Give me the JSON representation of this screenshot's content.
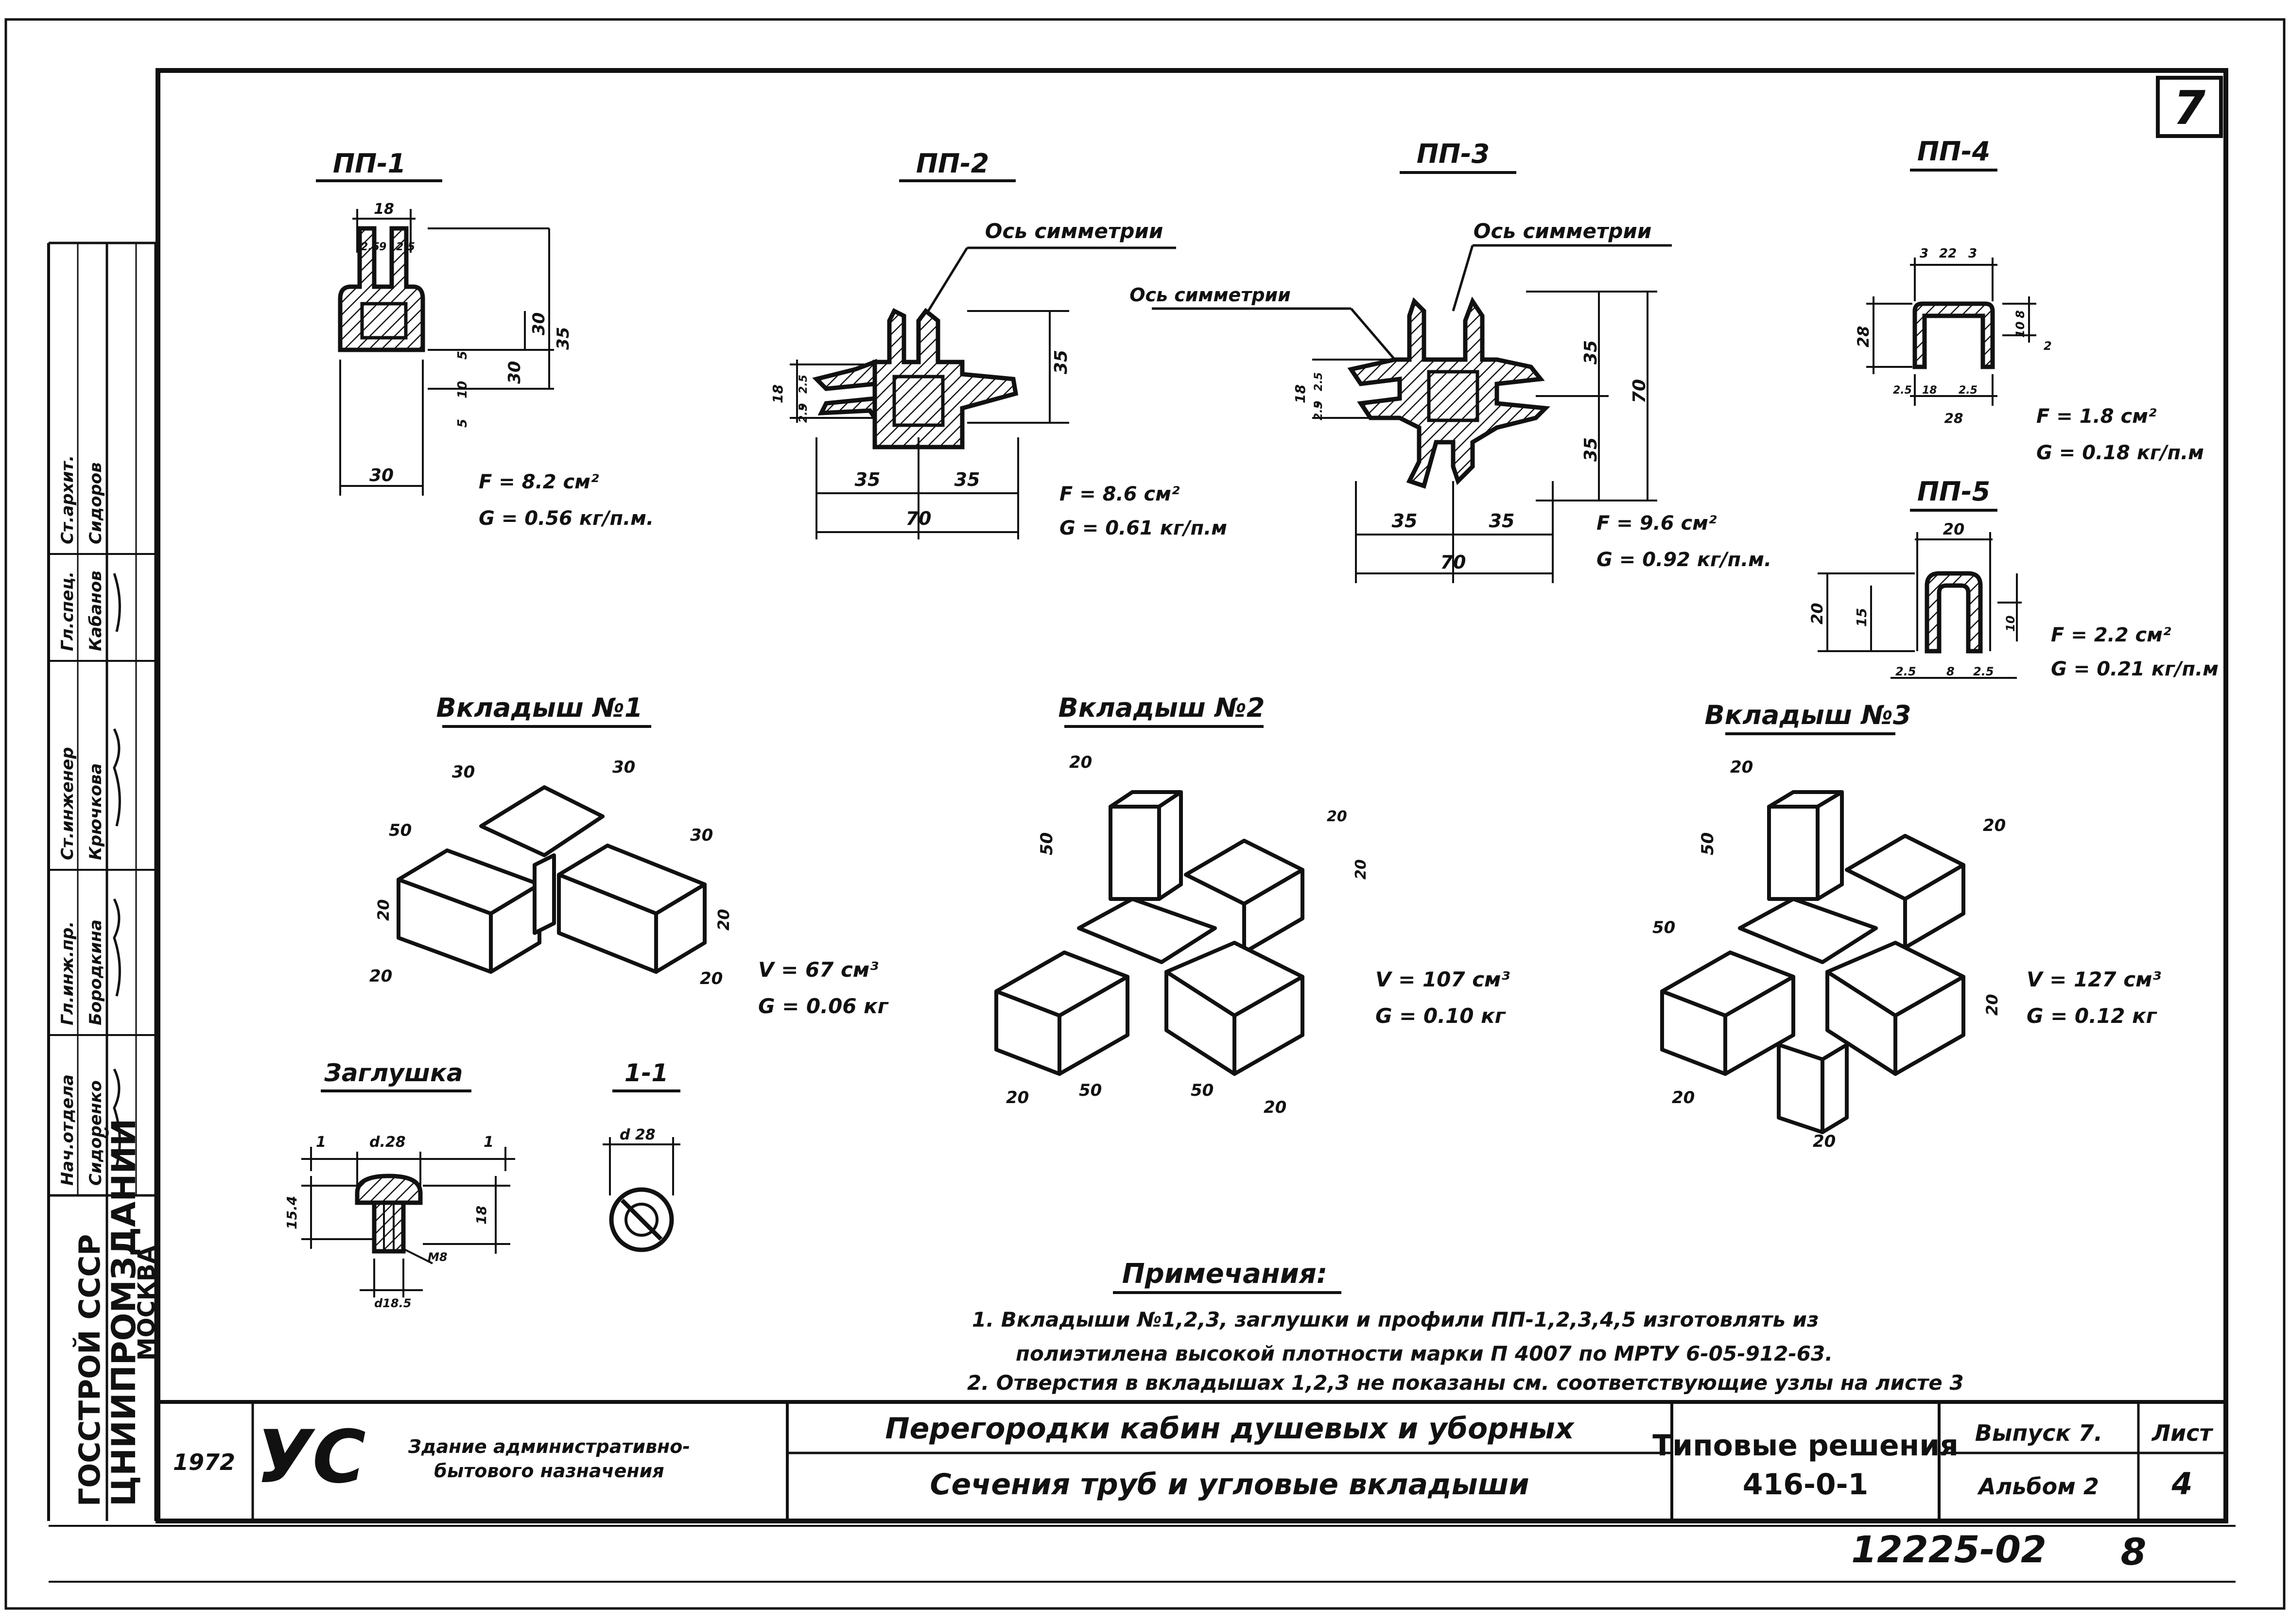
{
  "sheet": {
    "page_number": "7",
    "sheet_label": "Лист",
    "sheet_value": "4",
    "issue": "Выпуск 7.",
    "album": "Альбом 2",
    "series_title": "Типовые решения",
    "series_code": "416-0-1",
    "stamp_code": "12225-02",
    "stamp_digit": "8",
    "year": "1972",
    "org_logo": "УС",
    "org_text_1": "Здание административно-",
    "org_text_2": "бытового назначения"
  },
  "title_block": {
    "line_1": "Перегородки кабин душевых и уборных",
    "line_2": "Сечения труб и угловые вкладыши"
  },
  "side_stamp": {
    "agency": "ГОССТРОЙ СССР",
    "institute": "ЦНИИПРОМЗДАНИЙ",
    "city": "МОСКВА",
    "roles": [
      "Нач.отдела",
      "Гл.инж.пр.",
      "Ст.инженер",
      "Гл.спец.",
      "Ст.архит."
    ],
    "names": [
      "Сидоренко",
      "Бородкина",
      "Крючкова",
      "Кабанов",
      "Сидоров"
    ]
  },
  "profiles": {
    "pp1": {
      "title": "ПП-1",
      "area": "F = 8.2 см²",
      "weight": "G = 0.56 кг/п.м.",
      "dims": [
        "18",
        "2.5",
        "9",
        "2.5",
        "30",
        "35",
        "5",
        "10",
        "30",
        "5",
        "30"
      ]
    },
    "pp2": {
      "title": "ПП-2",
      "axis": "Ось симметрии",
      "area": "F = 8.6 см²",
      "weight": "G = 0.61 кг/п.м",
      "dims": [
        "35",
        "18",
        "2.5",
        "9",
        "2.5",
        "35",
        "35",
        "70"
      ]
    },
    "pp3": {
      "title": "ПП-3",
      "axis": "Ось симметрии",
      "axis2": "Ось симметрии",
      "area": "F = 9.6 см²",
      "weight": "G = 0.92 кг/п.м.",
      "dims": [
        "35",
        "70",
        "35",
        "18",
        "2.5",
        "9",
        "2.5",
        "35",
        "35",
        "70"
      ]
    },
    "pp4": {
      "title": "ПП-4",
      "area": "F = 1.8 см²",
      "weight": "G = 0.18 кг/п.м",
      "dims": [
        "3",
        "22",
        "3",
        "28",
        "8",
        "10",
        "2",
        "2.5",
        "18",
        "2.5",
        "28"
      ]
    },
    "pp5": {
      "title": "ПП-5",
      "area": "F = 2.2 см²",
      "weight": "G = 0.21 кг/п.м",
      "dims": [
        "20",
        "20",
        "15",
        "10",
        "2.5",
        "8",
        "2.5"
      ]
    }
  },
  "inserts": {
    "v1": {
      "title": "Вкладыш №1",
      "volume": "V = 67 см³",
      "weight": "G = 0.06 кг",
      "dims": [
        "50",
        "30",
        "30",
        "30",
        "20",
        "20",
        "20",
        "20"
      ]
    },
    "v2": {
      "title": "Вкладыш №2",
      "volume": "V = 107 см³",
      "weight": "G = 0.10 кг",
      "dims": [
        "20",
        "50",
        "20",
        "20",
        "20",
        "50",
        "50",
        "20"
      ]
    },
    "v3": {
      "title": "Вкладыш №3",
      "volume": "V = 127 см³",
      "weight": "G = 0.12 кг",
      "dims": [
        "20",
        "50",
        "20",
        "50",
        "20",
        "20",
        "20"
      ]
    }
  },
  "plug": {
    "title": "Заглушка",
    "dims": [
      "1",
      "d.28",
      "1",
      "15.4",
      "18",
      "M8",
      "d18.5"
    ]
  },
  "section": {
    "title": "1-1",
    "dims": [
      "d 28"
    ]
  },
  "notes": {
    "title": "Примечания:",
    "line_1": "1. Вкладыши №1,2,3, заглушки и профили ПП-1,2,3,4,5 изготовлять из",
    "line_2": "полиэтилена высокой плотности марки П 4007 по МРТУ 6-05-912-63.",
    "line_3": "2. Отверстия в вкладышах 1,2,3 не показаны см. соответствующие узлы на листе 3"
  }
}
